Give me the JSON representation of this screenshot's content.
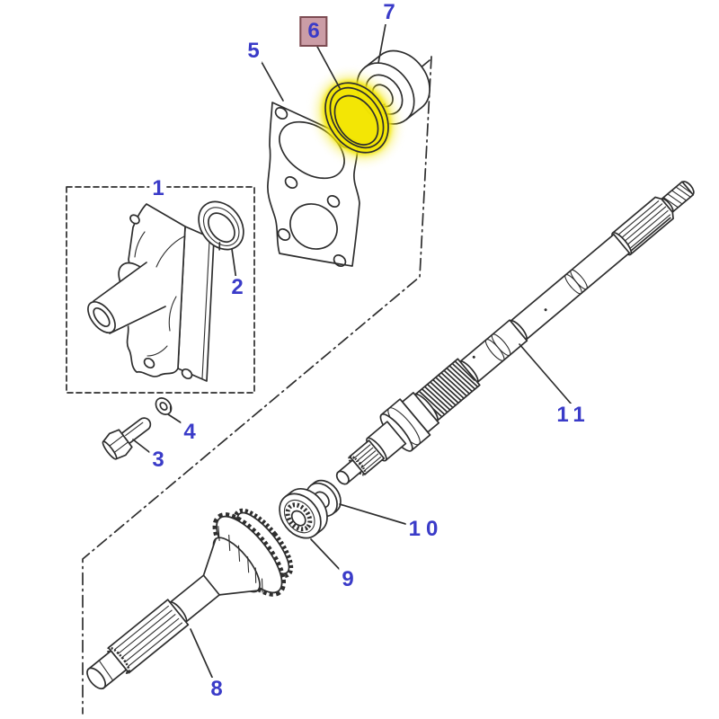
{
  "diagram": {
    "type": "exploded-parts-diagram",
    "colors": {
      "line": "#2e2e2e",
      "label": "#3a3bc8",
      "highlight": "#f3e600",
      "selected-bg": "#cb9da6",
      "selected-border": "#7c4b52",
      "bg": "#ffffff"
    },
    "callouts": [
      {
        "label": "1",
        "selected": false
      },
      {
        "label": "2",
        "selected": false
      },
      {
        "label": "3",
        "selected": false
      },
      {
        "label": "4",
        "selected": false
      },
      {
        "label": "5",
        "selected": false
      },
      {
        "label": "6",
        "selected": true
      },
      {
        "label": "7",
        "selected": false
      },
      {
        "label": "8",
        "selected": false
      },
      {
        "label": "9",
        "selected": false
      },
      {
        "label": "10",
        "selected": false
      },
      {
        "label": "11",
        "selected": false
      }
    ],
    "selected_callout_label": "6"
  }
}
